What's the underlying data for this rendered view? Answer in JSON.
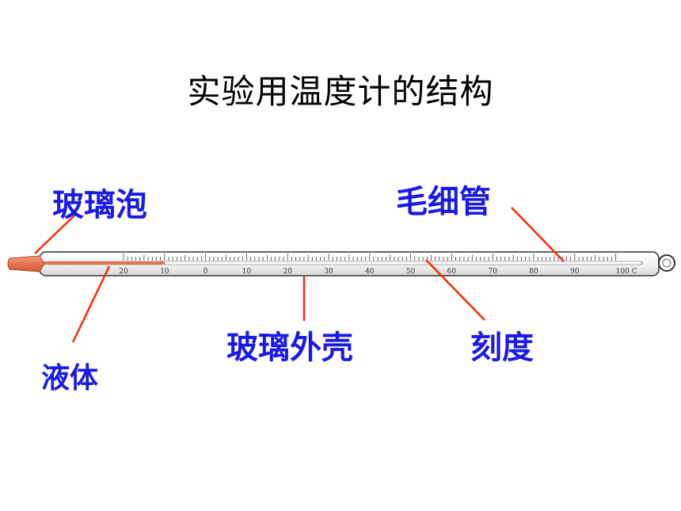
{
  "title": "实验用温度计的结构",
  "labels": {
    "bulb": "玻璃泡",
    "capillary": "毛细管",
    "shell": "玻璃外壳",
    "scale": "刻度",
    "liquid": "液体"
  },
  "thermometer": {
    "tick_labels": [
      "20",
      "10",
      "0",
      "10",
      "20",
      "30",
      "40",
      "50",
      "60",
      "70",
      "80",
      "90",
      "100 C"
    ],
    "liquid_color": "#e8734f",
    "leader_color": "#ff2a00",
    "label_color": "#1a1ae6"
  }
}
